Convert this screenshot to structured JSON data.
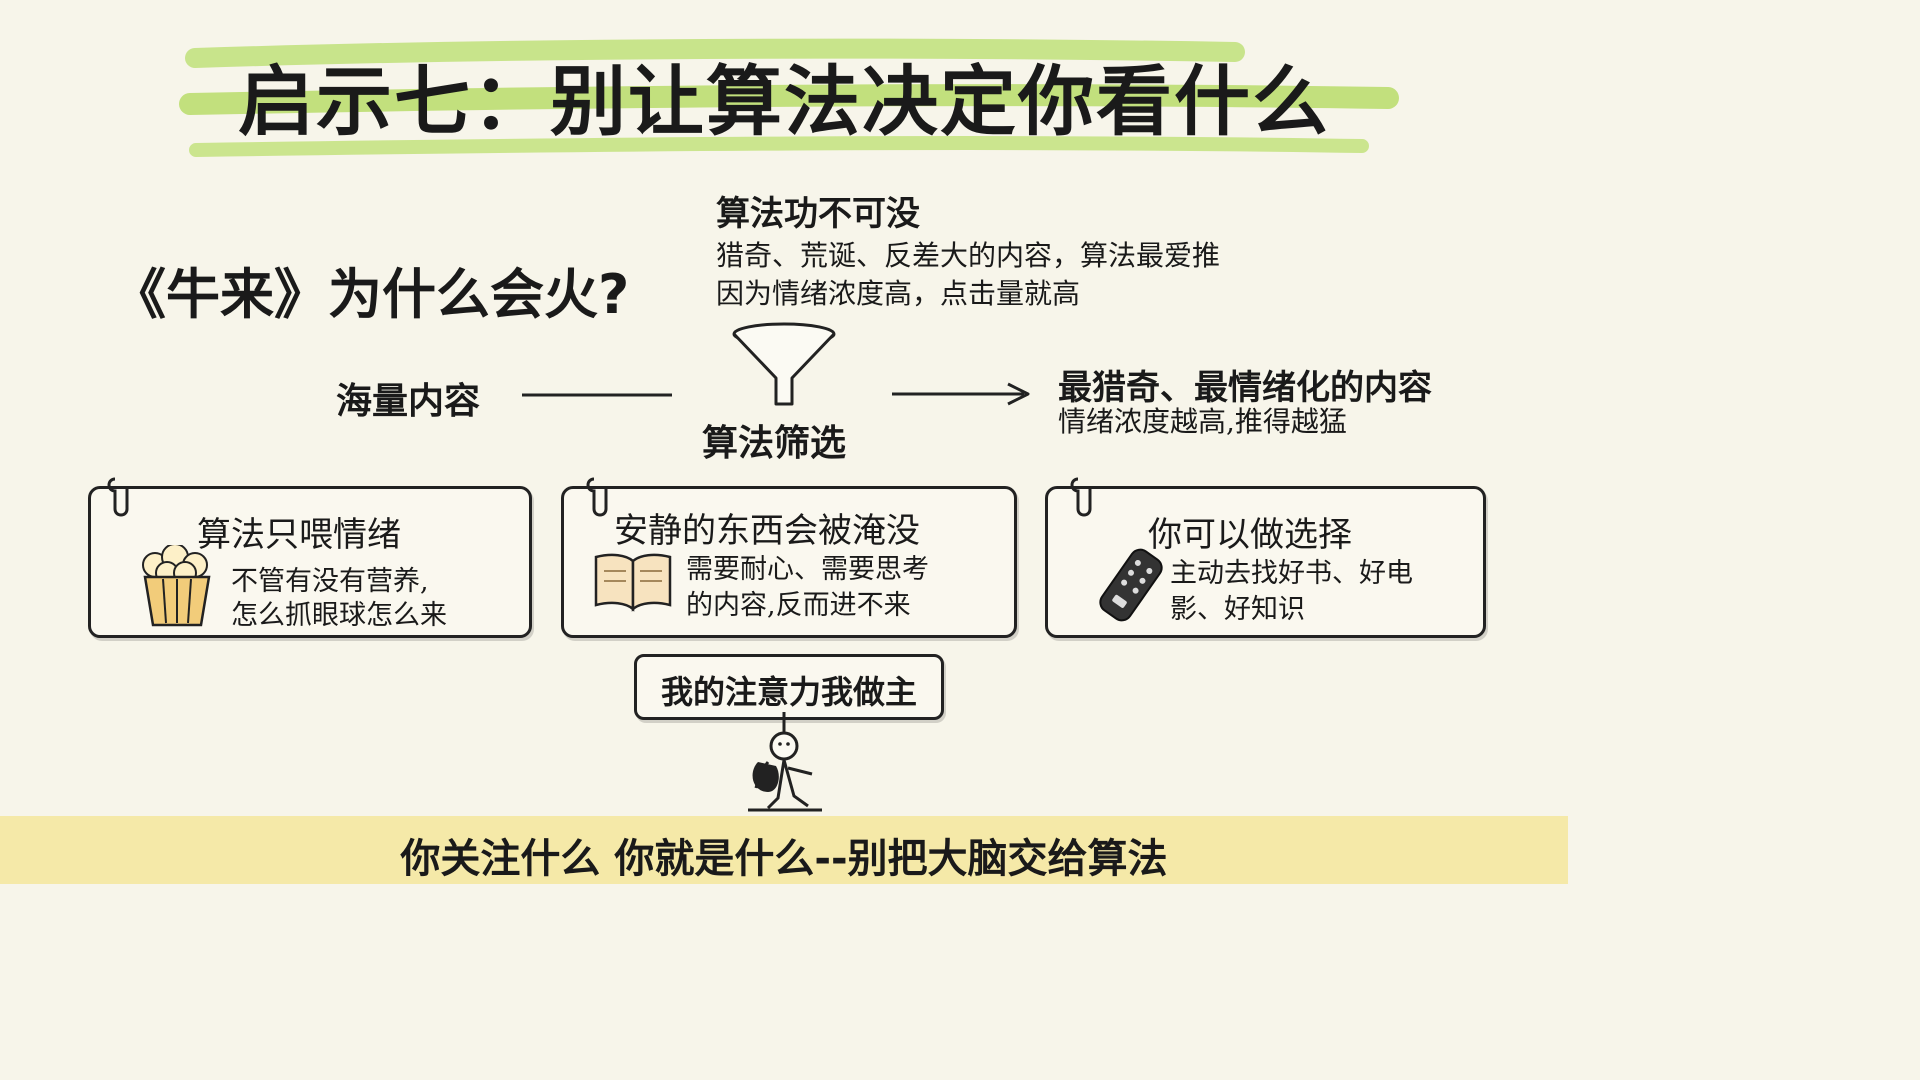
{
  "title": "启示七：别让算法决定你看什么",
  "question": "《牛来》为什么会火?",
  "algorithm_merit": {
    "heading": "算法功不可没",
    "lines": [
      "猎奇、荒诞、反差大的内容，算法最爱推",
      "因为情绪浓度高，点击量就高"
    ]
  },
  "flow": {
    "input": "海量内容",
    "filter": "算法筛选",
    "output_heading": "最猎奇、最情绪化的内容",
    "output_sub": "情绪浓度越高,推得越猛"
  },
  "cards": [
    {
      "title": "算法只喂情绪",
      "lines": [
        "不管有没有营养,",
        "怎么抓眼球怎么来"
      ],
      "icon": "popcorn-icon"
    },
    {
      "title": "安静的东西会被淹没",
      "lines": [
        "需要耐心、需要思考",
        "的内容,反而进不来"
      ],
      "icon": "book-icon"
    },
    {
      "title": "你可以做选择",
      "lines": [
        "主动去找好书、好电",
        "影、好知识"
      ],
      "icon": "remote-control-icon"
    }
  ],
  "sign": "我的注意力我做主",
  "banner": "你关注什么 你就是什么--别把大脑交给算法",
  "colors": {
    "highlight_green": "#b9dc6a",
    "banner_yellow": "#f5e9a8",
    "background": "#f7f5ea"
  }
}
